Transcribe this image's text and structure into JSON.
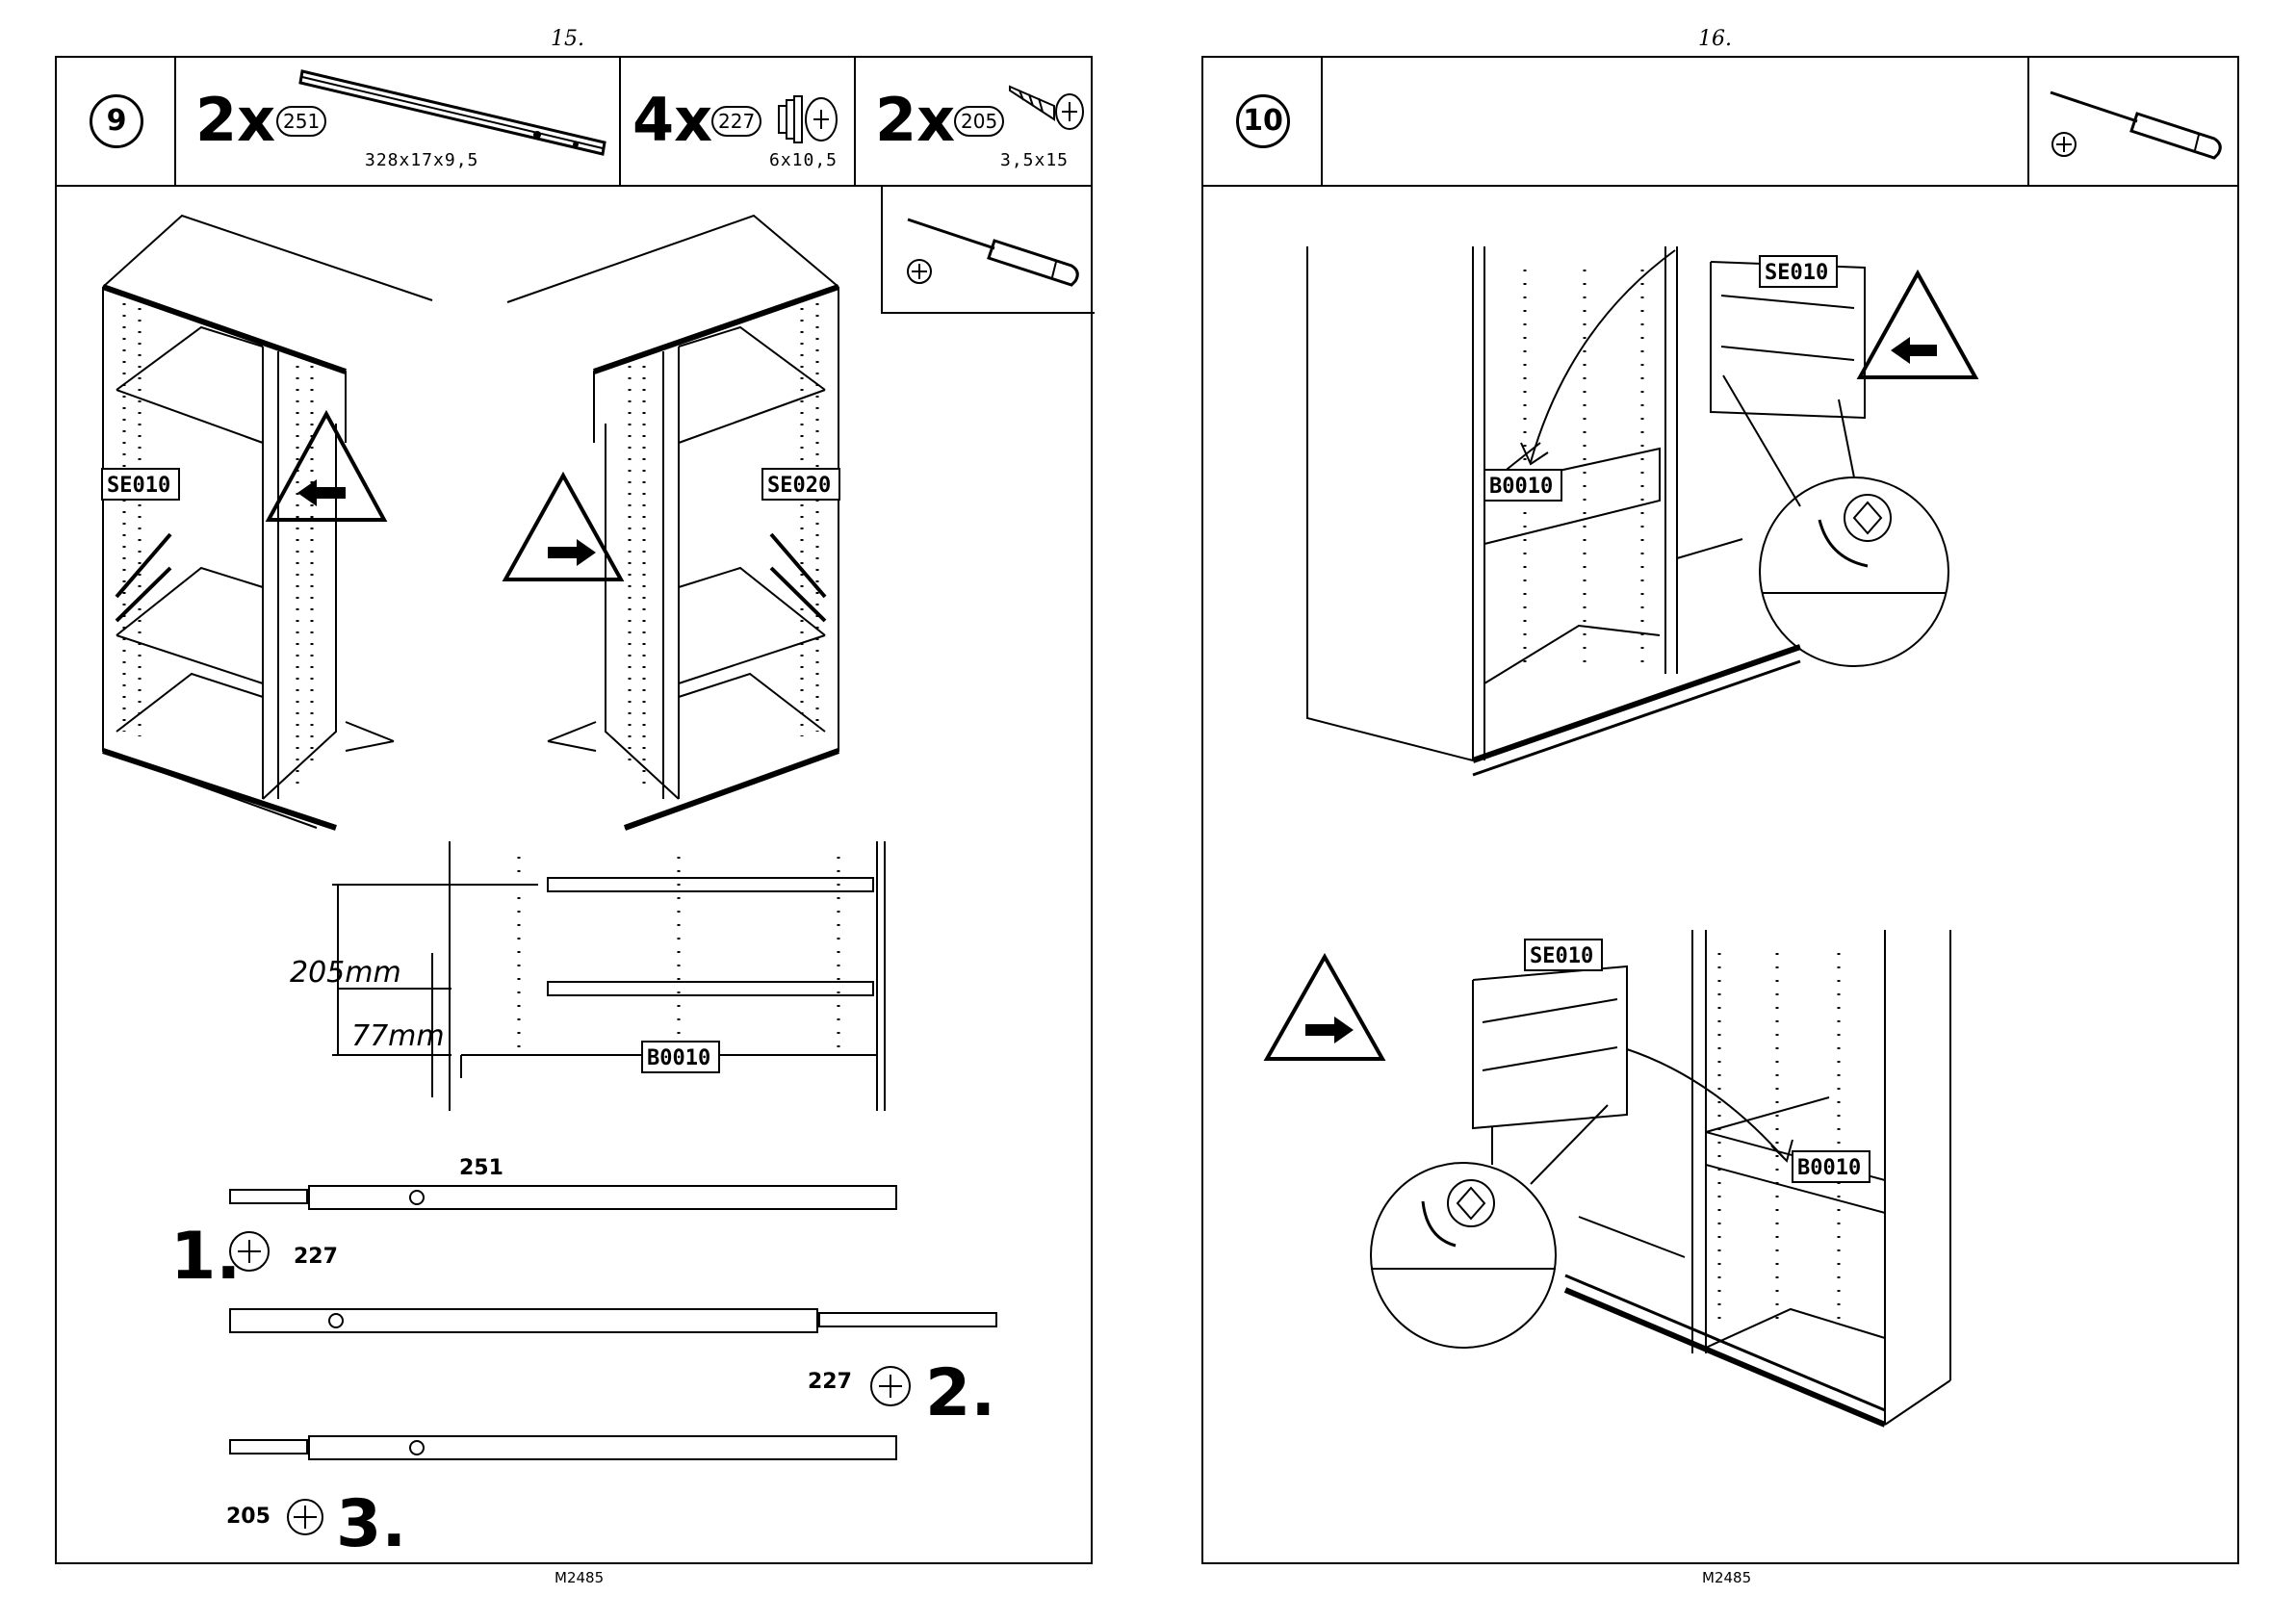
{
  "left_page": {
    "page_number": "15.",
    "footer_code": "M2485",
    "step": "9",
    "parts": [
      {
        "quantity": "2x",
        "part_no": "251",
        "dimensions": "328x17x9,5",
        "icon": "rail-icon"
      },
      {
        "quantity": "4x",
        "part_no": "227",
        "dimensions": "6x10,5",
        "icon": "dowel-screw-icon"
      },
      {
        "quantity": "2x",
        "part_no": "205",
        "dimensions": "3,5x15",
        "icon": "screw-icon"
      }
    ],
    "tool": "screwdriver-icon",
    "labels": {
      "panel_left": "SE010",
      "panel_right": "SE020",
      "shelf": "B0010",
      "rail_part": "251",
      "dim_total": "205mm",
      "dim_lower": "77mm"
    },
    "substeps": [
      {
        "number": "1.",
        "part": "227"
      },
      {
        "number": "2.",
        "part": "227"
      },
      {
        "number": "3.",
        "part": "205"
      }
    ]
  },
  "right_page": {
    "page_number": "16.",
    "footer_code": "M2485",
    "step": "10",
    "tool": "screwdriver-icon",
    "labels": {
      "top_panel": "SE010",
      "top_shelf": "B0010",
      "bottom_panel": "SE010",
      "bottom_shelf": "B0010"
    }
  }
}
